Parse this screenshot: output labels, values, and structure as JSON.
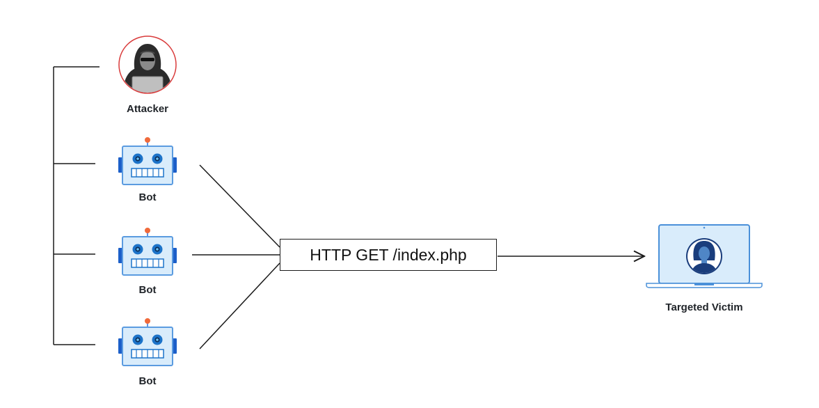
{
  "nodes": {
    "attacker": {
      "label": "Attacker"
    },
    "bots": [
      {
        "label": "Bot"
      },
      {
        "label": "Bot"
      },
      {
        "label": "Bot"
      }
    ],
    "victim": {
      "label": "Targeted Victim"
    }
  },
  "request": {
    "label": "HTTP GET /index.php"
  },
  "colors": {
    "line": "#1a1a1a",
    "attacker_ring": "#d93b3b",
    "bot_frame": "#2a6fdb",
    "bot_face": "#d9ecfb",
    "bot_eye": "#1c73c9",
    "bot_antenna_tip": "#f06a3b",
    "laptop_frame": "#4a90d9",
    "laptop_screen": "#d9ecfb",
    "victim_avatar": "#1a3d7c"
  },
  "icons": {
    "attacker": "hooded-hacker-icon",
    "bot": "robot-icon",
    "victim": "laptop-user-icon"
  }
}
